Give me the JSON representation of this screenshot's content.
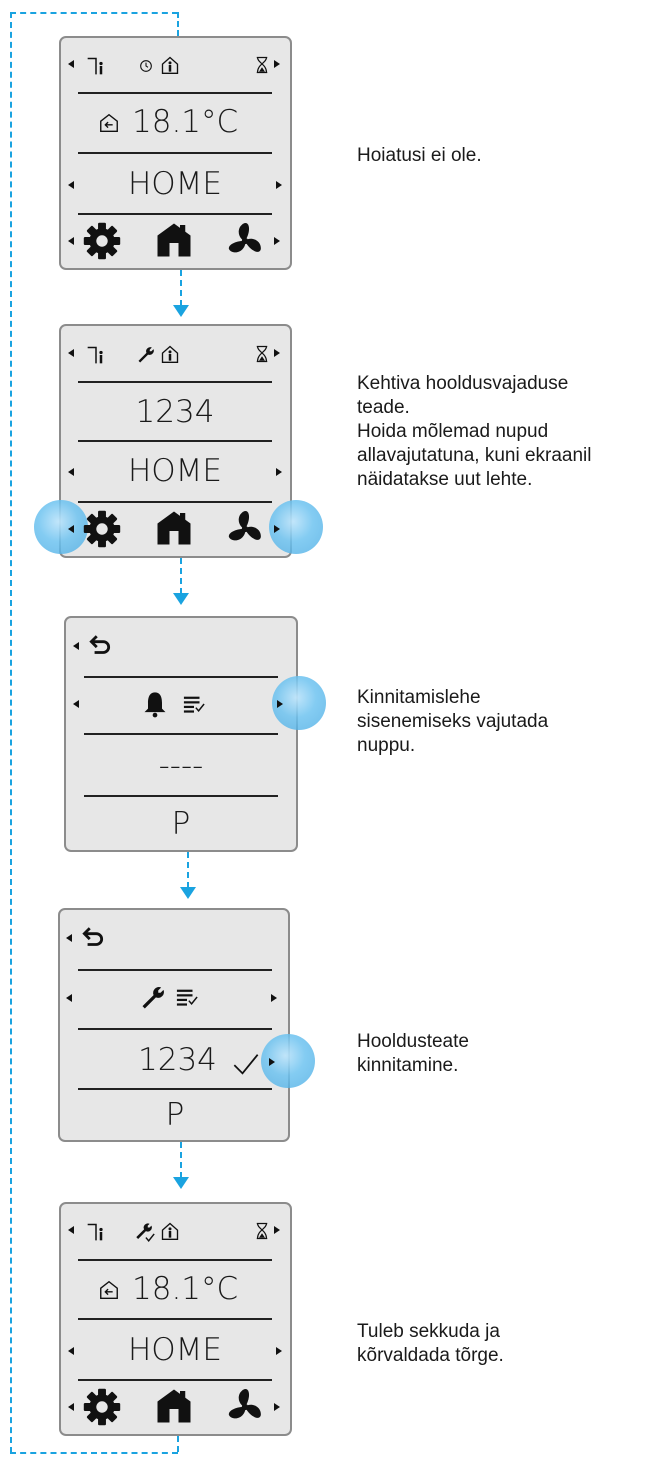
{
  "screens": [
    {
      "temperature": "18.1°C",
      "mode": "HOME",
      "description": [
        "Hoiatusi ei ole."
      ]
    },
    {
      "code": "1234",
      "mode": "HOME",
      "description": [
        "Kehtiva hooldusvajaduse",
        "teade.",
        "Hoida mõlemad nupud",
        "allavajutatuna, kuni ekraanil",
        "näidatakse uut lehte."
      ]
    },
    {
      "value": "----",
      "footer": "P",
      "description": [
        "Kinnitamislehe",
        "sisenemiseks vajutada",
        "nuppu."
      ]
    },
    {
      "code": "1234",
      "footer": "P",
      "description": [
        "Hooldusteate",
        "kinnitamine."
      ]
    },
    {
      "temperature": "18.1°C",
      "mode": "HOME",
      "description": [
        "Tuleb sekkuda ja",
        "kõrvaldada tõrge."
      ]
    }
  ],
  "colors": {
    "flow_line": "#1aa3e0",
    "panel_bg": "#e7e7e7",
    "highlight": "#6cc3f0"
  },
  "icons": [
    "door-person-icon",
    "clock-icon",
    "house-person-icon",
    "hourglass-icon",
    "wrench-icon",
    "wrench-check-icon",
    "house-exhaust-icon",
    "back-arrow-icon",
    "bell-icon",
    "checklist-icon",
    "checkmark-icon",
    "gear-icon",
    "home-icon",
    "fan-icon"
  ]
}
